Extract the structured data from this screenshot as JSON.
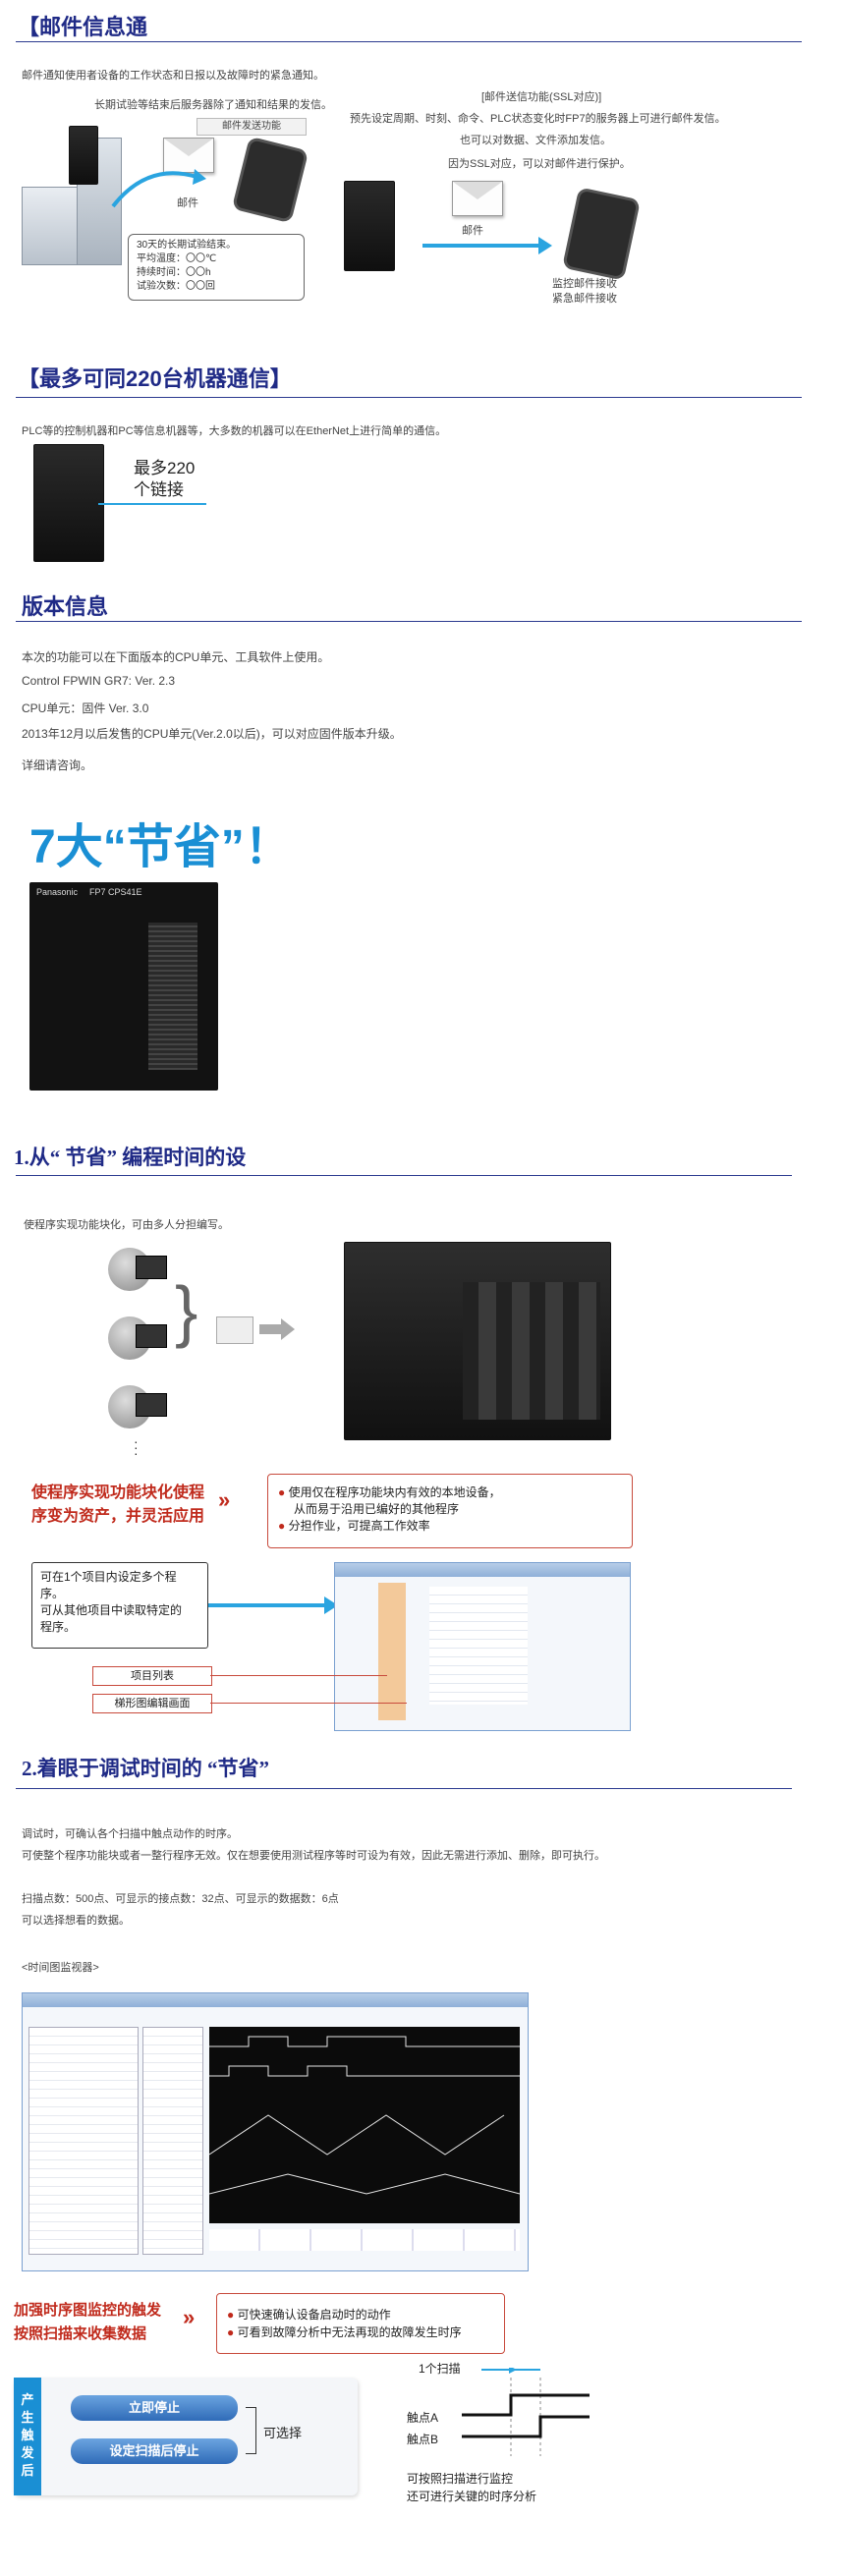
{
  "section_mail": {
    "title": "【邮件信息通",
    "intro": "邮件通知使用者设备的工作状态和日报以及故障时的紧急通知。",
    "left_caption": "长期试验等结束后服务器除了通知和结果的发信。",
    "mail_func_label": "邮件发送功能",
    "envelope_label": "邮件",
    "bubble": [
      "30天的长期试验结束。",
      "平均温度：〇〇℃",
      "持续时间：〇〇h",
      "试验次数：〇〇回"
    ],
    "right_lines": [
      "[邮件送信功能(SSL对应)]",
      "预先设定周期、时刻、命令、PLC状态变化时FP7的服务器上可进行邮件发信。",
      "也可以对数据、文件添加发信。",
      "因为SSL对应，可以对邮件进行保护。"
    ],
    "right_env_label": "邮件",
    "right_tablet_caption": [
      "监控邮件接收",
      "紧急邮件接收"
    ]
  },
  "section_220": {
    "title": "【最多可同220台机器通信】",
    "intro": "PLC等的控制机器和PC等信息机器等，大多数的机器可以在EtherNet上进行简单的通信。",
    "label": [
      "最多220",
      "个链接"
    ]
  },
  "section_version": {
    "title": "版本信息",
    "lines": [
      "本次的功能可以在下面版本的CPU单元、工具软件上使用。",
      "Control FPWIN GR7: Ver. 2.3",
      "CPU单元：固件 Ver. 3.0",
      "2013年12月以后发售的CPU单元(Ver.2.0以后)，可以对应固件版本升级。",
      "详细请咨询。"
    ]
  },
  "section_save": {
    "headline": "7大“节省”！",
    "plc_brand": "Panasonic",
    "plc_model": "FP7  CPS41E"
  },
  "section1": {
    "title": "1.从“ 节省” 编程时间的设",
    "intro": "使程序实现功能块化，可由多人分担编写。",
    "red_caption": [
      "使程序实现功能块化使程",
      "序变为资产，并灵活应用"
    ],
    "bullets": [
      "使用仅在程序功能块内有效的本地设备，",
      "从而易于沿用已编好的其他程序",
      "分担作业，可提高工作效率"
    ],
    "box_lines": [
      "可在1个项目内设定多个程",
      "序。",
      "可从其他项目中读取特定的",
      "程序。"
    ],
    "tag1": "项目列表",
    "tag2": "梯形图编辑画面"
  },
  "section2": {
    "title": "2.着眼于调试时间的 “节省”",
    "lines": [
      "调试时，可确认各个扫描中触点动作的时序。",
      "可使整个程序功能块或者一整行程序无效。仅在想要使用测试程序等时可设为有效，因此无需进行添加、删除，即可执行。",
      "扫描点数：500点、可显示的接点数：32点、可显示的数据数：6点",
      "可以选择想看的数据。",
      "<时间图监视器>"
    ],
    "red_caption": [
      "加强时序图监控的触发",
      "按照扫描来收集数据"
    ],
    "bullets": [
      "可快速确认设备启动时的动作",
      "可看到故障分析中无法再现的故障发生时序"
    ],
    "side_label": [
      "产",
      "生",
      "触",
      "发",
      "后"
    ],
    "btn1": "立即停止",
    "btn2": "设定扫描后停止",
    "select_label": "可选择",
    "scan_label": "1个扫描",
    "contact_a": "触点A",
    "contact_b": "触点B",
    "bottom_caption": [
      "可按照扫描进行监控",
      "还可进行关键的时序分析"
    ]
  }
}
